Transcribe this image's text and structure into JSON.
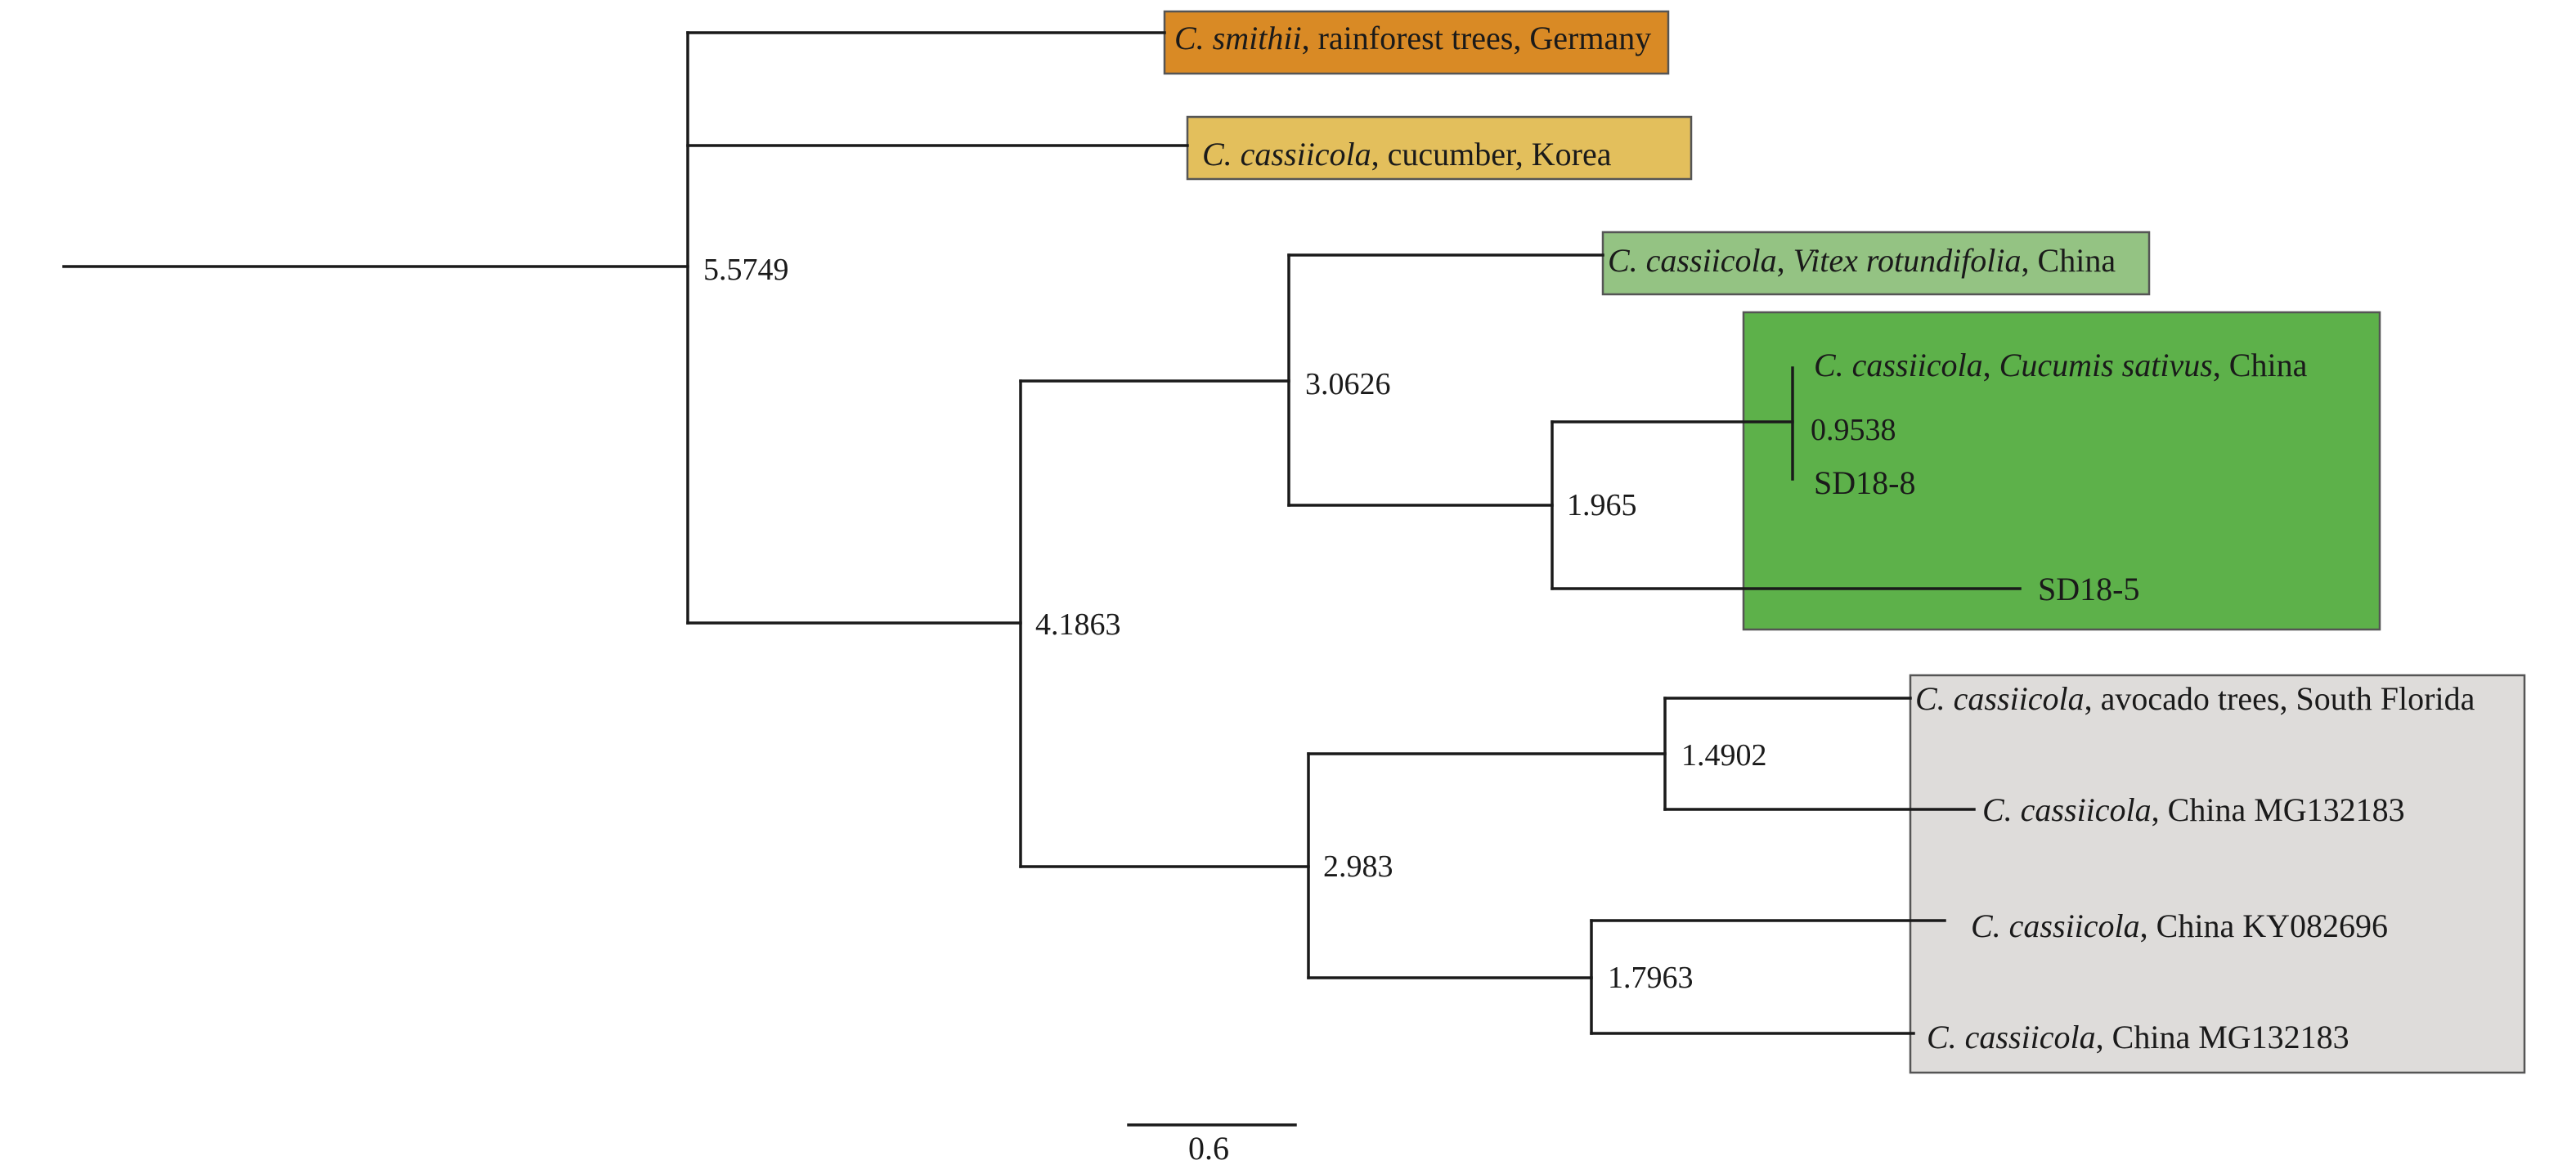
{
  "colors": {
    "smithii_box": "#d98a25",
    "korea_box": "#e3bf5c",
    "vitex_box": "#94c383",
    "china_clade_box": "#5db14a",
    "florida_clade_box": "#dedcda",
    "branch": "#1a1a1a"
  },
  "tips": {
    "smithii": {
      "italic": "C. smithii",
      "rest": ", rainforest trees, Germany"
    },
    "korea": {
      "italic": "C. cassiicola",
      "rest": ", cucumber, Korea"
    },
    "vitex": {
      "italic1": "C. cassiicola",
      "sep": ", ",
      "italic2": "Vitex rotundifolia",
      "rest": ", China"
    },
    "cucumis": {
      "italic1": "C. cassiicola",
      "sep": ", ",
      "italic2": "Cucumis sativus",
      "rest": ", China"
    },
    "sd18_8": "SD18-8",
    "sd18_5": "SD18-5",
    "avocado": {
      "italic": "C. cassiicola",
      "rest": ", avocado trees, South Florida"
    },
    "china_mg1": {
      "italic": "C. cassiicola",
      "rest": ", China MG132183"
    },
    "china_ky": {
      "italic": "C. cassiicola",
      "rest": ", China KY082696"
    },
    "china_mg2": {
      "italic": "C. cassiicola",
      "rest": ", China MG132183"
    }
  },
  "node_values": {
    "root": "5.5749",
    "n1": "4.1863",
    "n2": "3.0626",
    "n3": "1.965",
    "n4": "0.9538",
    "n5": "2.983",
    "n6": "1.4902",
    "n7": "1.7963"
  },
  "scale_bar": {
    "label": "0.6"
  }
}
